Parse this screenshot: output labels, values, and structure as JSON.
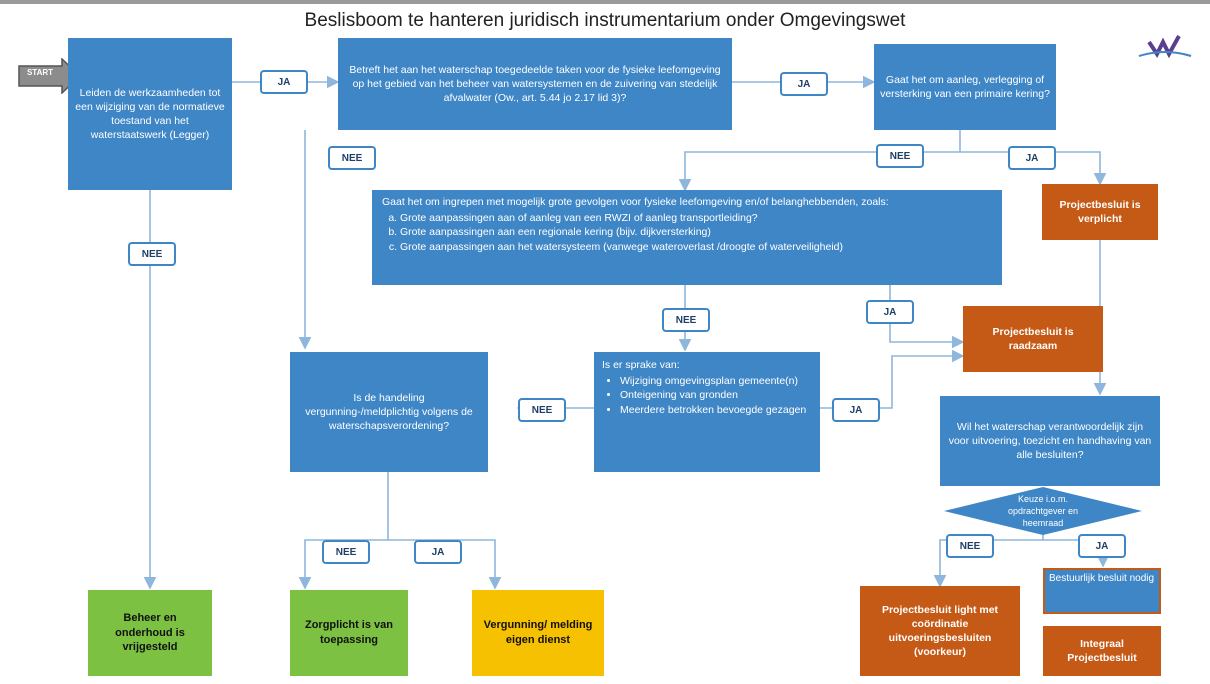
{
  "title": "Beslisboom te hanteren juridisch instrumentarium onder Omgevingswet",
  "start": "START",
  "logo_icon": "waterschap-logo-icon",
  "colors": {
    "blue": "#3f86c7",
    "orange": "#c55a16",
    "green": "#7cc142",
    "yellow": "#f5c100"
  },
  "boxes": {
    "q_start": "Leiden de werkzaamheden tot een wijziging van de normatieve toestand van het waterstaatswerk (Legger)",
    "q_taken": "Betreft het aan het waterschap toegedeelde taken voor de fysieke leefomgeving op het gebied van het beheer van watersystemen en de zuivering van stedelijk afvalwater (Ow., art. 5.44 jo 2.17 lid 3)?",
    "q_primaire": "Gaat het om aanleg, verlegging of versterking van een primaire kering?",
    "q_ingrepen_intro": "Gaat het om ingrepen met mogelijk grote gevolgen voor fysieke leefomgeving en/of belanghebbenden, zoals:",
    "q_ingrepen_options": [
      "Grote aanpassingen aan of aanleg van een RWZI of aanleg transportleiding?",
      "Grote aanpassingen aan een regionale kering (bijv. dijkversterking)",
      "Grote aanpassingen aan het watersysteem (vanwege wateroverlast /droogte of waterveiligheid)"
    ],
    "q_sprake_intro": "Is er sprake van:",
    "q_sprake_items": [
      "Wijziging omgevingsplan gemeente(n)",
      "Onteigening van gronden",
      "Meerdere betrokken bevoegde gezagen"
    ],
    "q_vergunning": "Is de handeling vergunning-/meldplichtig volgens de waterschapsverordening?",
    "q_verantwoordelijk": "Wil het waterschap verantwoordelijk zijn voor uitvoering, toezicht en handhaving van alle besluiten?",
    "d_keuze": "Keuze i.o.m. opdrachtgever en heemraad",
    "r_projectbesluit_verplicht": "Projectbesluit is verplicht",
    "r_projectbesluit_raadzaam": "Projectbesluit is raadzaam",
    "r_beheer": "Beheer en onderhoud is vrijgesteld",
    "r_zorgplicht": "Zorgplicht is van toepassing",
    "r_vergunning_eigen": "Vergunning/ melding eigen dienst",
    "r_projectbesluit_light": "Projectbesluit light met coördinatie uitvoeringsbesluiten (voorkeur)",
    "r_bestuurlijk": "Bestuurlijk besluit nodig",
    "r_integraal": "Integraal Projectbesluit"
  },
  "labels": {
    "ja": "JA",
    "nee": "NEE"
  }
}
